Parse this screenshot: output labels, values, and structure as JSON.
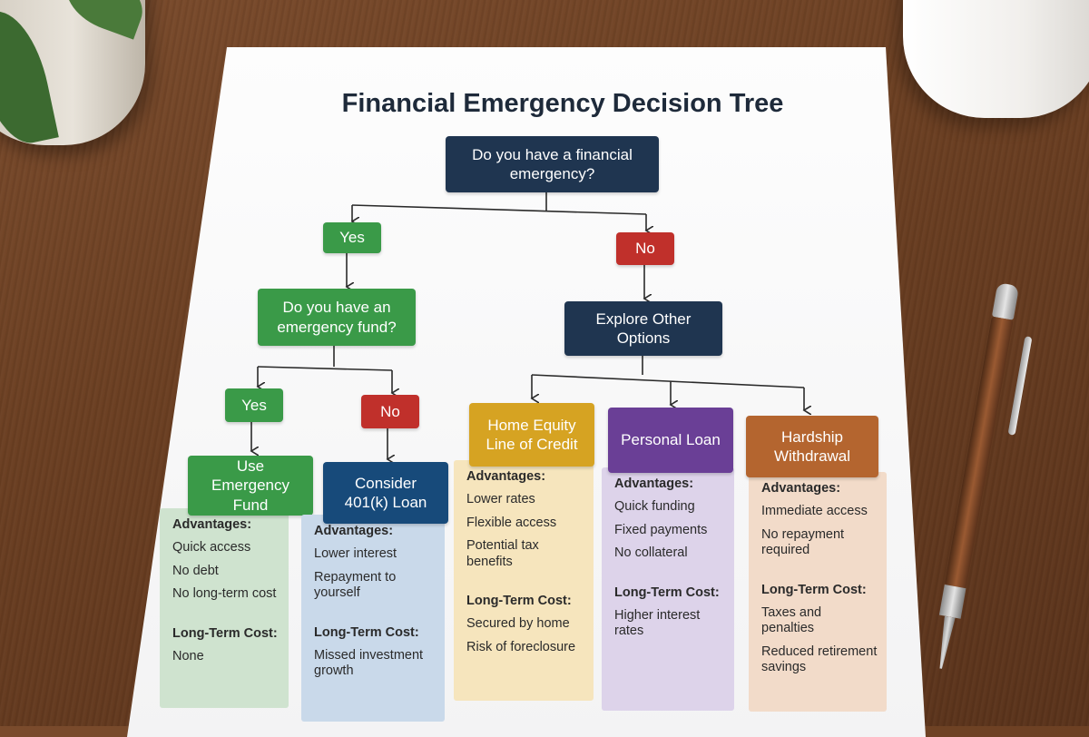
{
  "title": "Financial Emergency Decision Tree",
  "root": {
    "label": "Do you have a financial emergency?"
  },
  "branch_yes": {
    "label": "Yes"
  },
  "branch_no": {
    "label": "No"
  },
  "fund_question": {
    "label": "Do you have an emergency fund?"
  },
  "explore": {
    "label": "Explore Other Options"
  },
  "fund_yes": {
    "label": "Yes"
  },
  "fund_no": {
    "label": "No"
  },
  "options": [
    {
      "title": "Use Emergency Fund",
      "advantages_label": "Advantages:",
      "advantages": [
        "Quick access",
        "No debt",
        "No long-term cost"
      ],
      "cost_label": "Long-Term Cost:",
      "costs": [
        "None"
      ]
    },
    {
      "title": "Consider 401(k) Loan",
      "advantages_label": "Advantages:",
      "advantages": [
        "Lower interest",
        "Repayment to yourself"
      ],
      "cost_label": "Long-Term Cost:",
      "costs": [
        "Missed investment growth"
      ]
    },
    {
      "title": "Home Equity Line of Credit",
      "advantages_label": "Advantages:",
      "advantages": [
        "Lower rates",
        "Flexible access",
        "Potential tax benefits"
      ],
      "cost_label": "Long-Term Cost:",
      "costs": [
        "Secured by home",
        "Risk of foreclosure"
      ]
    },
    {
      "title": "Personal Loan",
      "advantages_label": "Advantages:",
      "advantages": [
        "Quick funding",
        "Fixed payments",
        "No collateral"
      ],
      "cost_label": "Long-Term Cost:",
      "costs": [
        "Higher interest rates"
      ]
    },
    {
      "title": "Hardship Withdrawal",
      "advantages_label": "Advantages:",
      "advantages": [
        "Immediate access",
        "No repayment required"
      ],
      "cost_label": "Long-Term Cost:",
      "costs": [
        "Taxes and penalties",
        "Reduced retirement savings"
      ]
    }
  ],
  "colors": {
    "navy": "#1f3550",
    "green": "#3a9a48",
    "red": "#c0302b",
    "blue": "#174a7a",
    "gold": "#d6a322",
    "purple": "#6a3f96",
    "rust": "#b4652f"
  }
}
